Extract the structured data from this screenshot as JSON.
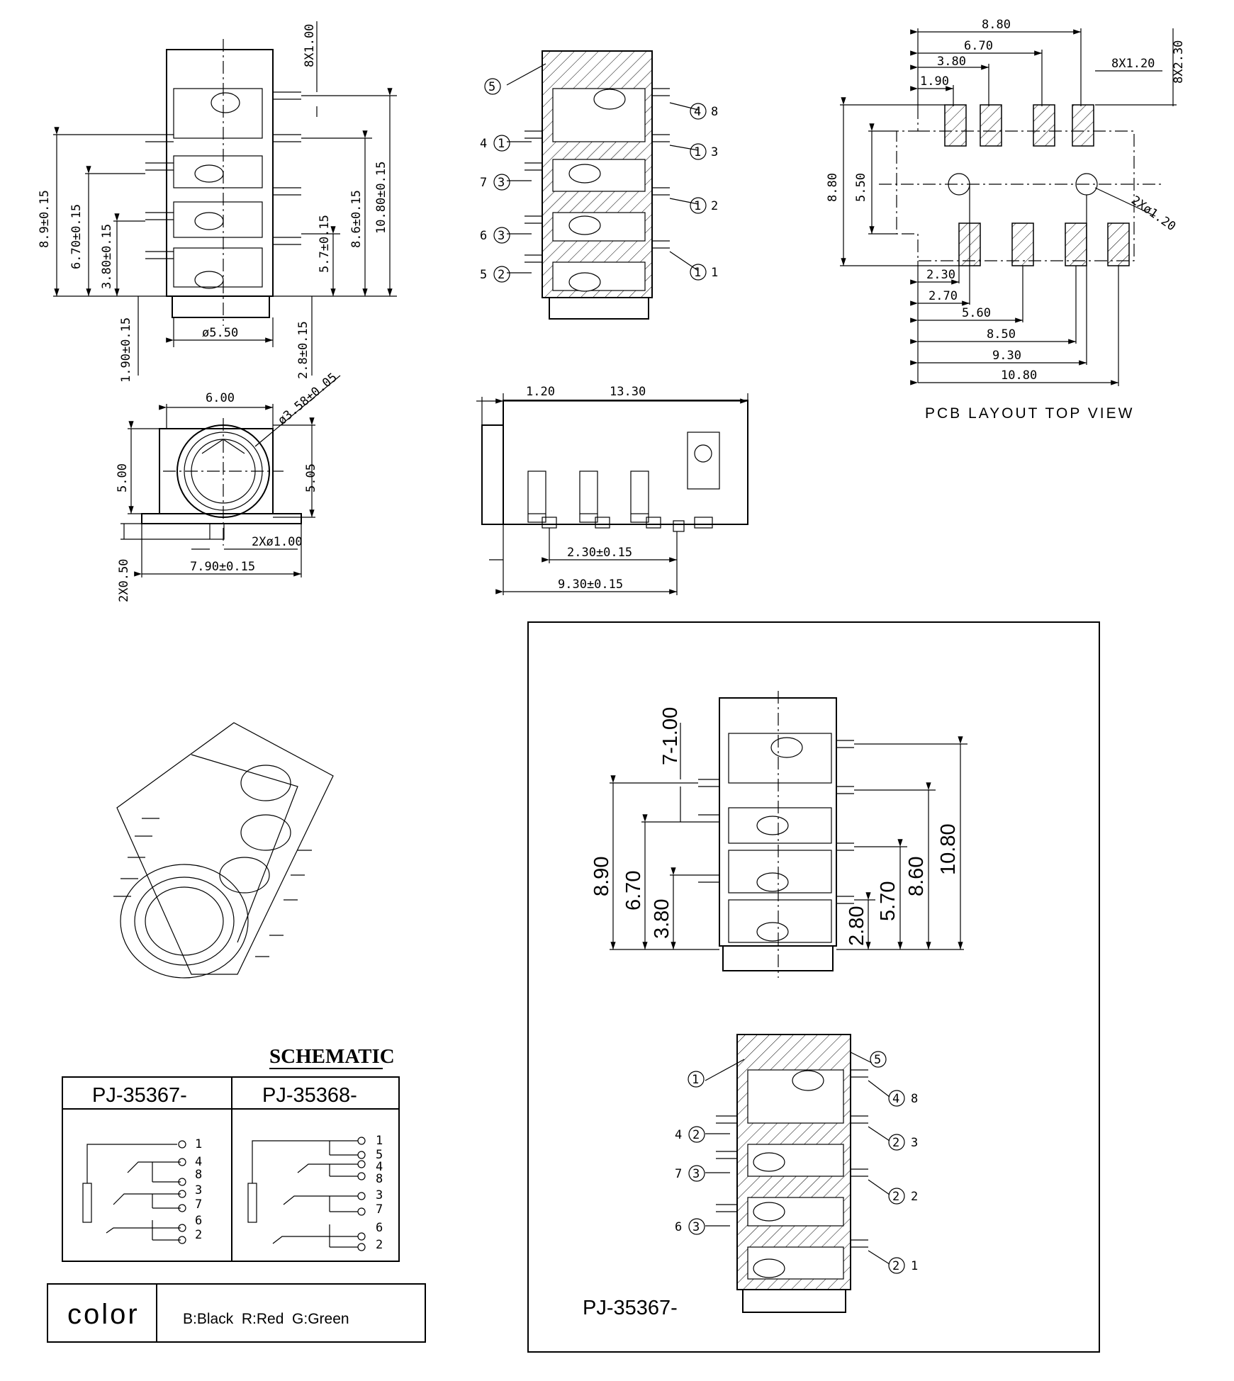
{
  "front_view": {
    "dims": {
      "pitch_top": "8X1.00",
      "h_8_9": "8.9±0.15",
      "h_6_70": "6.70±0.15",
      "h_3_80": "3.80±0.15",
      "h_1_90": "1.90±0.15",
      "bore": "ø5.50",
      "h_2_8": "2.8±0.15",
      "h_5_7": "5.7±0.15",
      "h_8_6": "8.6±0.15",
      "h_10_80": "10.80±0.15"
    }
  },
  "pin_view": {
    "callout": "5",
    "left_pins": [
      {
        "num": "4",
        "circ": "1"
      },
      {
        "num": "7",
        "circ": "3"
      },
      {
        "num": "6",
        "circ": "3"
      },
      {
        "num": "5",
        "circ": "2"
      }
    ],
    "right_pins": [
      {
        "circ": "4",
        "num": "8"
      },
      {
        "circ": "1",
        "num": "3"
      },
      {
        "circ": "1",
        "num": "2"
      },
      {
        "circ": "1",
        "num": "1"
      }
    ]
  },
  "pcb": {
    "dims": {
      "d880": "8.80",
      "d670": "6.70",
      "d380": "3.80",
      "d190": "1.90",
      "pad_w": "8X1.20",
      "pad_h": "8X2.30",
      "h880": "8.80",
      "h550": "5.50",
      "hole": "2Xø1.20",
      "b230": "2.30",
      "b270": "2.70",
      "b560": "5.60",
      "b850": "8.50",
      "b930": "9.30",
      "b1080": "10.80"
    },
    "title": "PCB LAYOUT TOP VIEW"
  },
  "end_view": {
    "dims": {
      "width": "6.00",
      "ring": "ø3.58±0.05",
      "left_h": "5.00",
      "right_h": "5.05",
      "peg": "2Xø1.00",
      "peg_h": "2X0.50",
      "base_w": "7.90±0.15"
    }
  },
  "side_view": {
    "dims": {
      "a": "1.20",
      "b": "13.30",
      "c": "2.30±0.15",
      "d": "9.30±0.15"
    }
  },
  "schematic": {
    "title": "SCHEMATIC",
    "col1": "PJ-35367-",
    "col2": "PJ-35368-",
    "pins1": [
      "1",
      "4",
      "8",
      "3",
      "7",
      "6",
      "2"
    ],
    "pins2": [
      "1",
      "5",
      "4",
      "8",
      "3",
      "7",
      "6",
      "2"
    ]
  },
  "color_table": {
    "label": "color",
    "value": "B:Black  R:Red  G:Green"
  },
  "variant_box": {
    "dims": {
      "d100": "7-1.00",
      "d890": "8.90",
      "d670": "6.70",
      "d380": "3.80",
      "d280": "2.80",
      "d570": "5.70",
      "d860": "8.60",
      "d1080": "10.80"
    },
    "callouts": {
      "c1": "1",
      "c5": "5"
    },
    "left_pins": [
      {
        "num": "4",
        "circ": "2"
      },
      {
        "num": "7",
        "circ": "3"
      },
      {
        "num": "6",
        "circ": "3"
      }
    ],
    "right_pins": [
      {
        "circ": "4",
        "num": "8"
      },
      {
        "circ": "2",
        "num": "3"
      },
      {
        "circ": "2",
        "num": "2"
      },
      {
        "circ": "2",
        "num": "1"
      }
    ],
    "part": "PJ-35367-"
  }
}
